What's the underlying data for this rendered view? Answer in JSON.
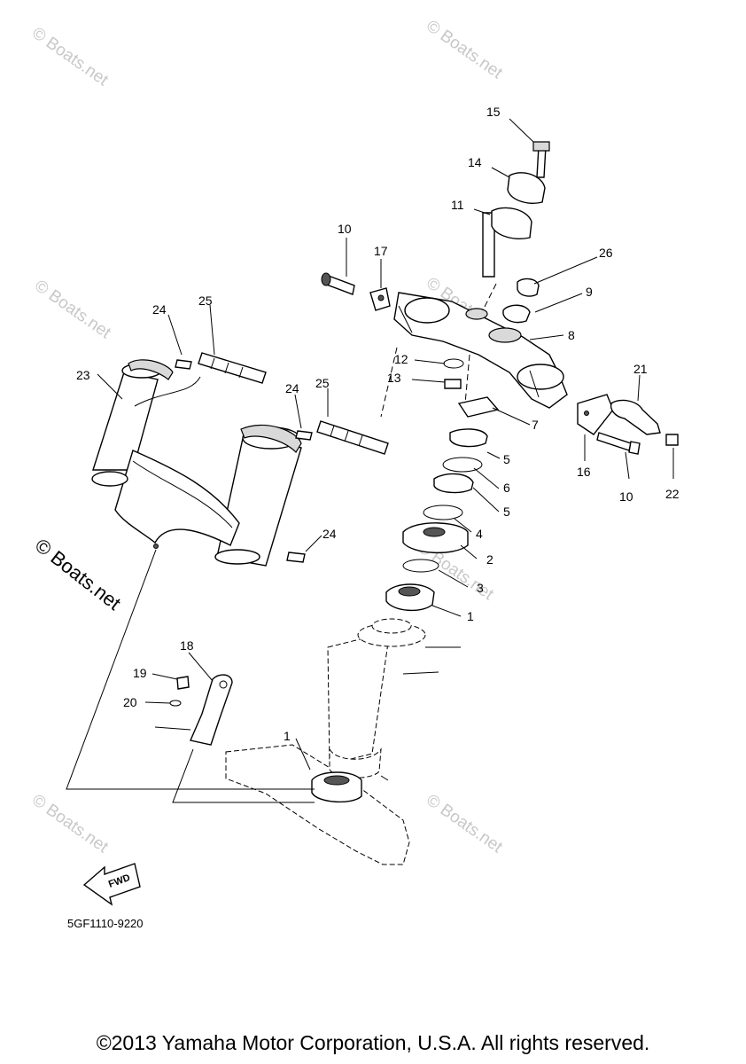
{
  "watermarks": [
    "© Boats.net",
    "© Boats.net",
    "© Boats.net",
    "© Boats.net",
    "© Boats.net",
    "© Boats.net",
    "© Boats.net"
  ],
  "main_watermark": "© Boats.net",
  "callouts": {
    "c1a": "1",
    "c1b": "1",
    "c2": "2",
    "c3": "3",
    "c4": "4",
    "c5a": "5",
    "c5b": "5",
    "c6": "6",
    "c7": "7",
    "c8": "8",
    "c9": "9",
    "c10a": "10",
    "c10b": "10",
    "c11": "11",
    "c12": "12",
    "c13": "13",
    "c14": "14",
    "c15": "15",
    "c16": "16",
    "c17": "17",
    "c18": "18",
    "c19": "19",
    "c20": "20",
    "c21": "21",
    "c22": "22",
    "c23": "23",
    "c24a": "24",
    "c24b": "24",
    "c24c": "24",
    "c25a": "25",
    "c25b": "25",
    "c26": "26"
  },
  "fwd_label": "FWD",
  "diagram_code": "5GF1110-9220",
  "copyright": "©2013 Yamaha Motor Corporation, U.S.A. All rights reserved."
}
